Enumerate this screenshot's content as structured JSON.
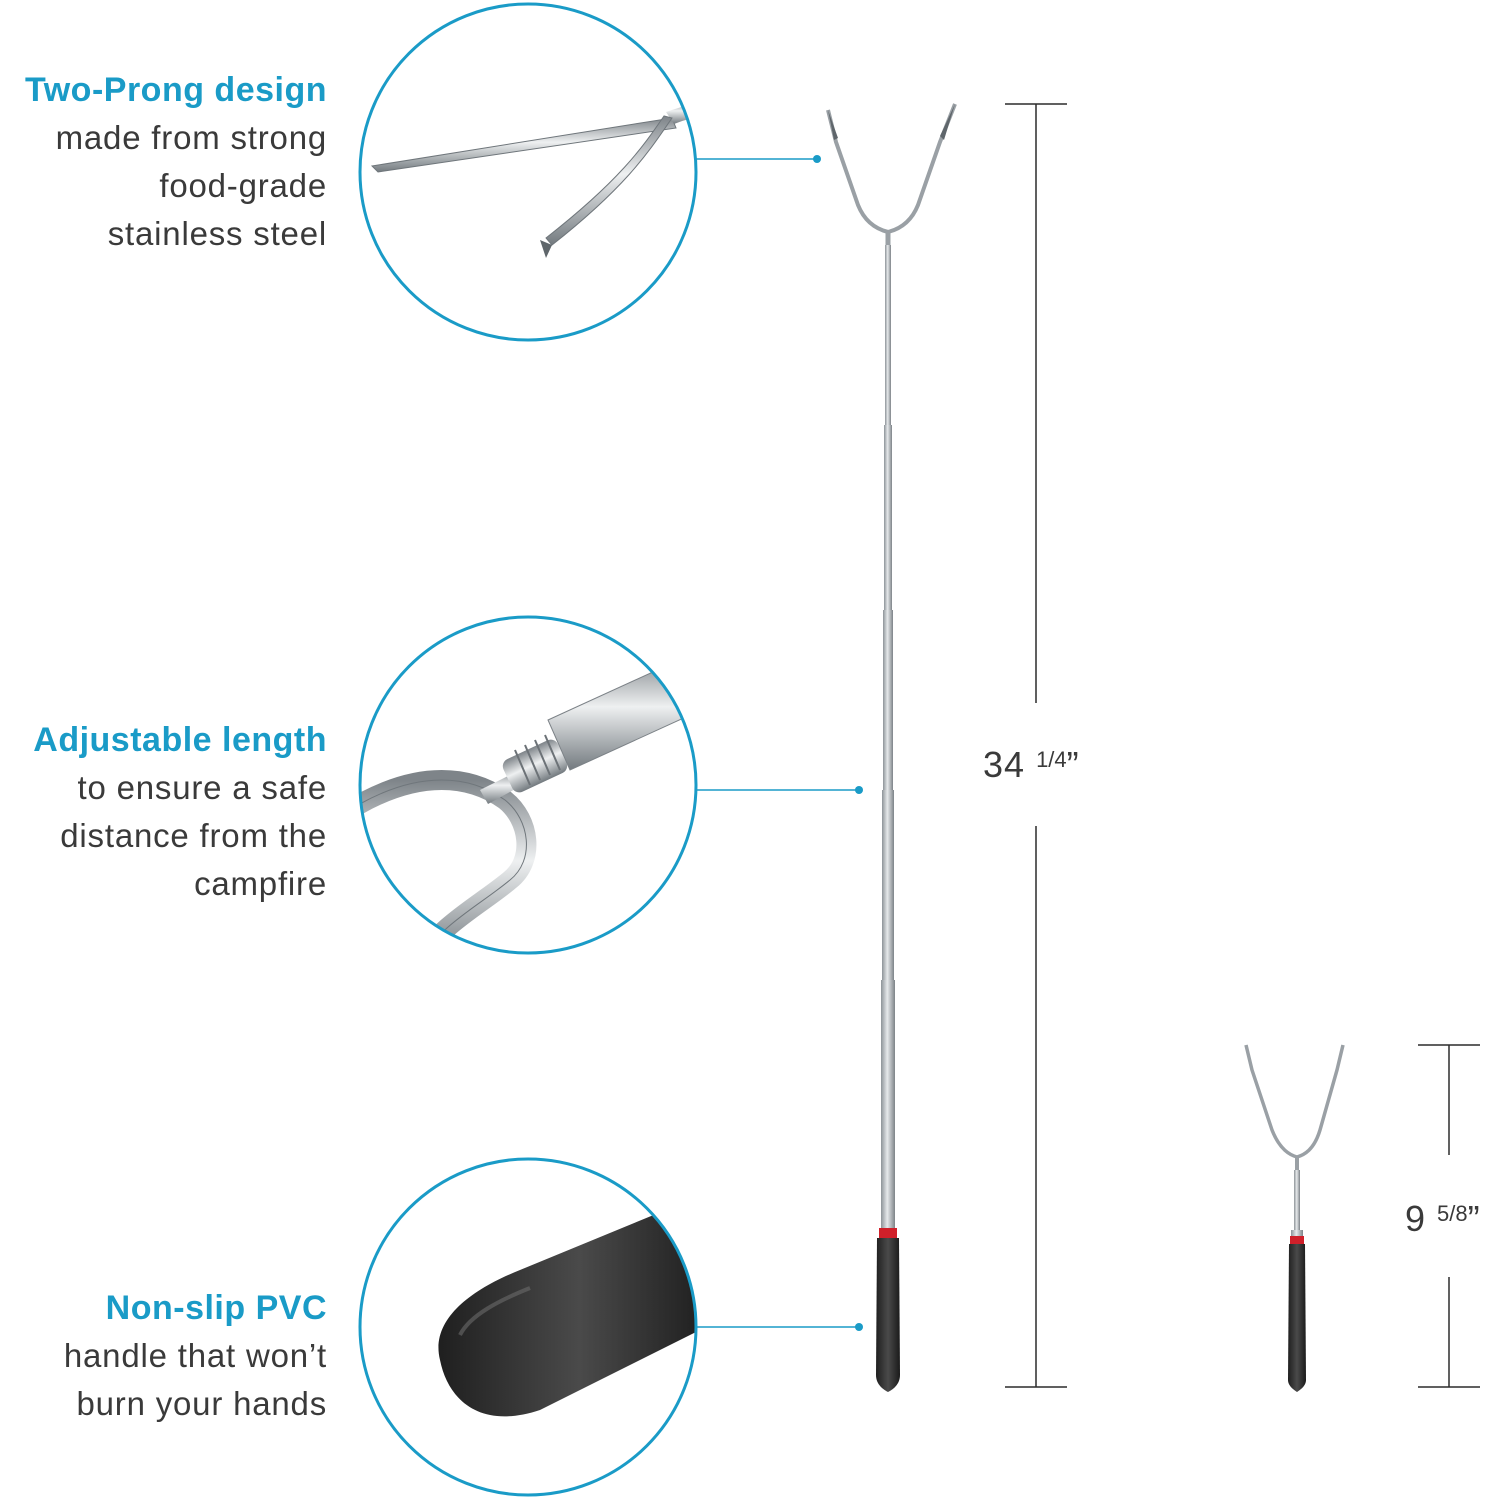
{
  "features": [
    {
      "title": "Two-Prong design",
      "description": "made from strong\nfood-grade\nstainless steel",
      "icon": "prong-closeup"
    },
    {
      "title": "Adjustable length",
      "description": "to ensure a safe\ndistance from the\ncampfire",
      "icon": "telescoping-joint-closeup"
    },
    {
      "title": "Non-slip PVC",
      "description": "handle that won’t\nburn your hands",
      "icon": "handle-closeup"
    }
  ],
  "dimensions": {
    "extended": {
      "whole": "34",
      "fraction": "1/4",
      "unit": "”"
    },
    "collapsed": {
      "whole": "9",
      "fraction": "5/8",
      "unit": "”"
    }
  },
  "colors": {
    "accent": "#1a9bc7",
    "text": "#3a3a3a",
    "steel": "#b9bec2",
    "handle": "#2b2b2b",
    "ring": "#d0202a"
  }
}
